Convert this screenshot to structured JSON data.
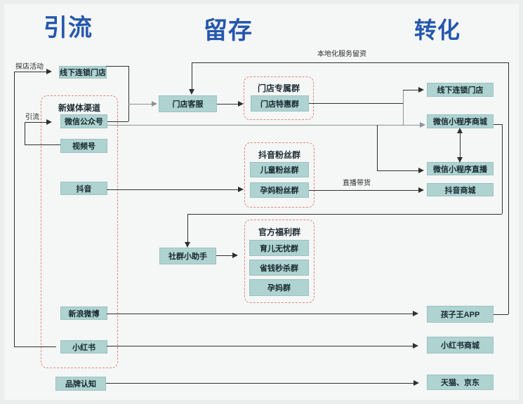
{
  "title_headers": {
    "traffic": "引流",
    "retention": "留存",
    "conversion": "转化"
  },
  "colors": {
    "title": "#2457ad",
    "box_fill": "#aed3d1",
    "box_border": "#9cc2c0",
    "box_text": "#16262e",
    "dashed_border": "#dd8a79",
    "line_dark": "#2f2f2f",
    "line_gray": "#8b9494",
    "background": "#f5f6f6"
  },
  "groups": {
    "new_media": "新媒体渠道",
    "store_group": "门店专属群",
    "douyin_fans": "抖音粉丝群",
    "welfare": "官方福利群"
  },
  "nodes": {
    "offline_store_left": "线下连锁门店",
    "wechat_oa": "微信公众号",
    "video_account": "视频号",
    "douyin": "抖音",
    "weibo": "新浪微博",
    "xiaohongshu": "小红书",
    "brand_awareness": "品牌认知",
    "store_service": "门店客服",
    "store_deal_group": "门店特惠群",
    "kids_fans_group": "儿童粉丝群",
    "mom_fans_group": "孕妈粉丝群",
    "community_assistant": "社群小助手",
    "parenting_group": "育儿无忧群",
    "flash_sale_group": "省钱秒杀群",
    "pregnant_group": "孕妈群",
    "offline_store_right": "线下连锁门店",
    "wechat_mini_mall": "微信小程序商城",
    "wechat_mini_live": "微信小程序直播",
    "douyin_mall": "抖音商城",
    "kidswant_app": "孩子王APP",
    "xiaohongshu_mall": "小红书商城",
    "tmall_jd": "天猫、京东"
  },
  "edge_labels": {
    "store_visit": "探店活动",
    "redirect": "引流",
    "local_service": "本地化服务留资",
    "live_commerce": "直播带货"
  }
}
